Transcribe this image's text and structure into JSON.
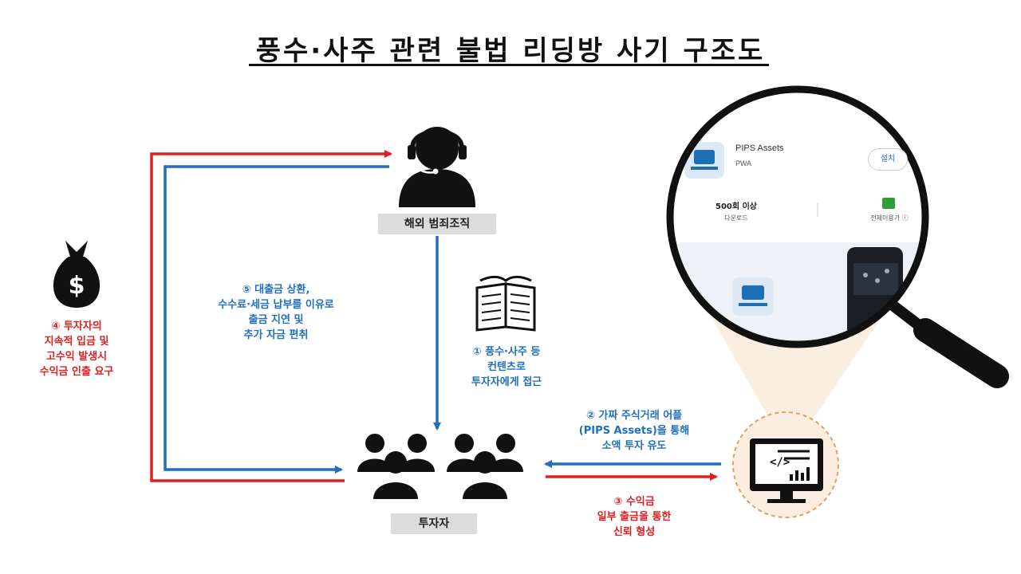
{
  "title": "풍수·사주 관련 불법 리딩방 사기 구조도",
  "labels": {
    "org": "해외 범죄조직",
    "investor": "투자자"
  },
  "notes": {
    "step1": "① 풍수·사주 등\n컨텐츠로\n투자자에게 접근",
    "step2": "② 가짜 주식거래 어플\n(PIPS Assets)을 통해\n소액 투자 유도",
    "step3": "③ 수익금\n일부 출금을 통한\n신뢰 형성",
    "step4": "④ 투자자의\n지속적 입금 및\n고수익 발생시\n수익금 인출 요구",
    "step5": "⑤ 대출금 상환,\n수수료·세금 납부를 이유로\n출금 지연 및\n추가 자금 편취"
  },
  "app": {
    "name": "PIPS  Assets",
    "publisher": "PWA",
    "install": "설치",
    "downloads": "500회 이상",
    "downloads_label": "다운로드",
    "rating_label": "전체이용가 ⓘ"
  },
  "colors": {
    "blue": "#1f6fbf",
    "red": "#e02020",
    "icon": "#111111"
  },
  "icons": [
    "headset-operator-icon",
    "money-bag-icon",
    "open-book-icon",
    "investor-group-icon",
    "code-monitor-icon",
    "magnifier-icon"
  ]
}
